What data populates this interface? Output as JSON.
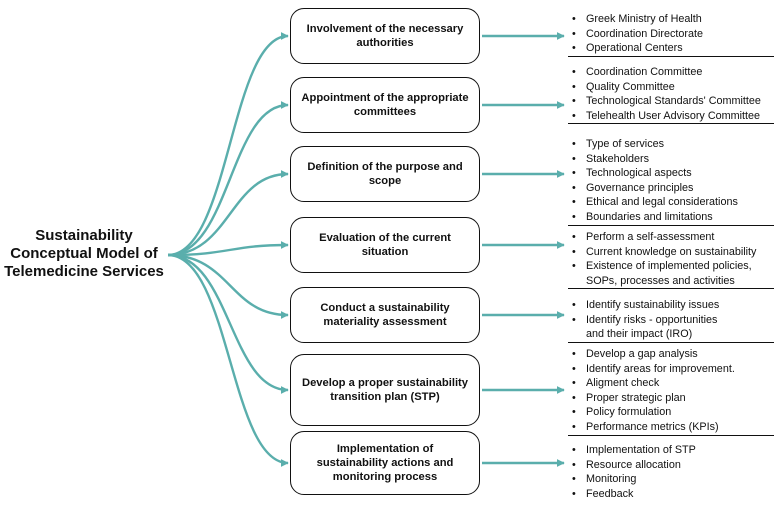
{
  "title": "Sustainability Conceptual Model of Telemedicine Services",
  "colors": {
    "arrow": "#5aaeac",
    "text": "#111111"
  },
  "steps": [
    {
      "label": "Involvement of the necessary authorities",
      "items": [
        "Greek Ministry of Health",
        "Coordination Directorate",
        "Operational Centers"
      ]
    },
    {
      "label": "Appointment of the appropriate committees",
      "items": [
        "Coordination Committee",
        "Quality Committee",
        "Technological Standards' Committee",
        "Telehealth User Advisory Committee"
      ]
    },
    {
      "label": "Definition of the purpose and scope",
      "items": [
        "Type of services",
        "Stakeholders",
        "Technological aspects",
        "Governance principles",
        "Ethical and legal considerations",
        "Boundaries and limitations"
      ]
    },
    {
      "label": "Evaluation of the current situation",
      "items": [
        "Perform a self-assessment",
        "Current knowledge on sustainability",
        "Existence of implemented policies,"
      ],
      "continuation": "SOPs, processes and activities"
    },
    {
      "label": "Conduct a sustainability materiality assessment",
      "items": [
        "Identify sustainability issues",
        "Identify risks - opportunities"
      ],
      "continuation": "and their impact (IRO)"
    },
    {
      "label": "Develop a proper sustainability transition plan (STP)",
      "items": [
        "Develop a gap analysis",
        "Identify areas for improvement.",
        "Aligment check",
        "Proper strategic plan",
        "Policy formulation",
        "Performance metrics (KPIs)"
      ]
    },
    {
      "label": "Implementation of sustainability actions and monitoring process",
      "items": [
        "Implementation of STP",
        "Resource allocation",
        "Monitoring",
        "Feedback"
      ]
    }
  ]
}
